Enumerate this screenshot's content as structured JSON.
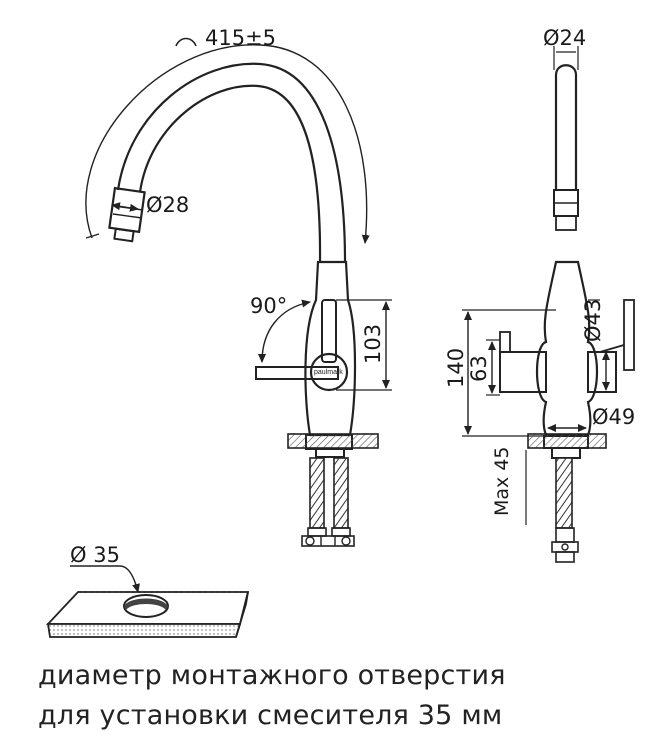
{
  "side_view": {
    "reach_label": "415±5",
    "aerator_diameter": "Ø28",
    "swivel_angle": "90°",
    "lever_height": "103",
    "brand": "paulmark"
  },
  "front_view": {
    "spout_diameter": "Ø24",
    "body_diameter": "Ø43",
    "base_diameter": "Ø49",
    "total_height": "140",
    "handle_height": "63",
    "max_thickness": "Max 45"
  },
  "mounting": {
    "hole_diameter": "Ø 35"
  },
  "caption": {
    "line1": "диаметр монтажного отверстия",
    "line2": "для установки смесителя 35 мм"
  }
}
